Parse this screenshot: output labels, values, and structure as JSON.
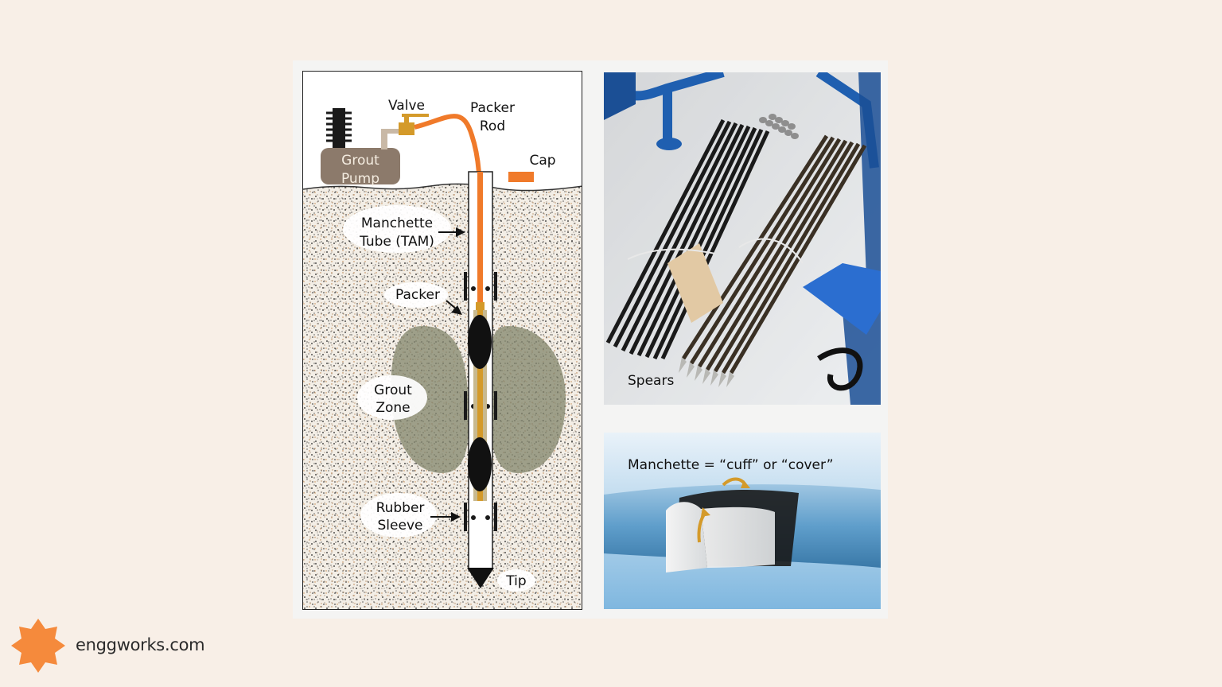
{
  "diagram": {
    "labels": {
      "valve": "Valve",
      "packer_rod_1": "Packer",
      "packer_rod_2": "Rod",
      "cap": "Cap",
      "grout_pump_1": "Grout",
      "grout_pump_2": "Pump",
      "manchette_tube_1": "Manchette",
      "manchette_tube_2": "Tube (TAM)",
      "packer": "Packer",
      "grout_zone_1": "Grout",
      "grout_zone_2": "Zone",
      "rubber_sleeve_1": "Rubber",
      "rubber_sleeve_2": "Sleeve",
      "tip": "Tip"
    }
  },
  "photo": {
    "caption": "Spears"
  },
  "pipe": {
    "caption": "Manchette = “cuff” or “cover”"
  },
  "brand": {
    "name": "enggworks.com",
    "logo_color": "#f58a3c"
  },
  "colors": {
    "rod": "#f07a2a",
    "brass": "#d49a2a",
    "pump": "#8c7a6b",
    "grout_zone": "#8e9178"
  }
}
